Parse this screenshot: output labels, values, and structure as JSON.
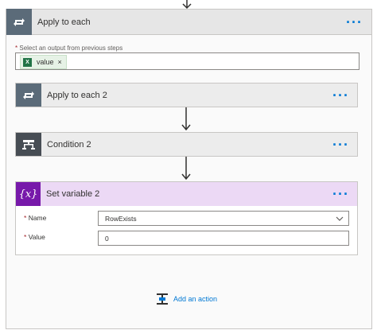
{
  "outer": {
    "title": "Apply to each",
    "ellipsis": "···",
    "select_label": "Select an output from previous steps",
    "required_star": "*",
    "token": {
      "label": "value",
      "remove": "×"
    }
  },
  "cards": {
    "apply2": {
      "title": "Apply to each 2",
      "ellipsis": "···"
    },
    "condition2": {
      "title": "Condition 2",
      "ellipsis": "···"
    }
  },
  "set_variable": {
    "title": "Set variable 2",
    "icon_text": "{x}",
    "ellipsis": "···",
    "name_label": "Name",
    "name_value": "RowExists",
    "value_label": "Value",
    "value_value": "0",
    "required_star": "*"
  },
  "add_action": {
    "label": "Add an action"
  },
  "colors": {
    "loop_icon_bg": "#5b6b79",
    "condition_icon_bg": "#474d54",
    "variable_icon_bg": "#7719aa",
    "variable_header_bg": "#ecd9f5",
    "accent": "#0078d4",
    "excel_green": "#217346"
  },
  "icons": {
    "loop": "loop-icon",
    "condition": "condition-icon",
    "variable": "variable-icon",
    "excel": "excel-icon",
    "arrow": "arrow-down-icon",
    "add_action": "add-action-icon"
  }
}
